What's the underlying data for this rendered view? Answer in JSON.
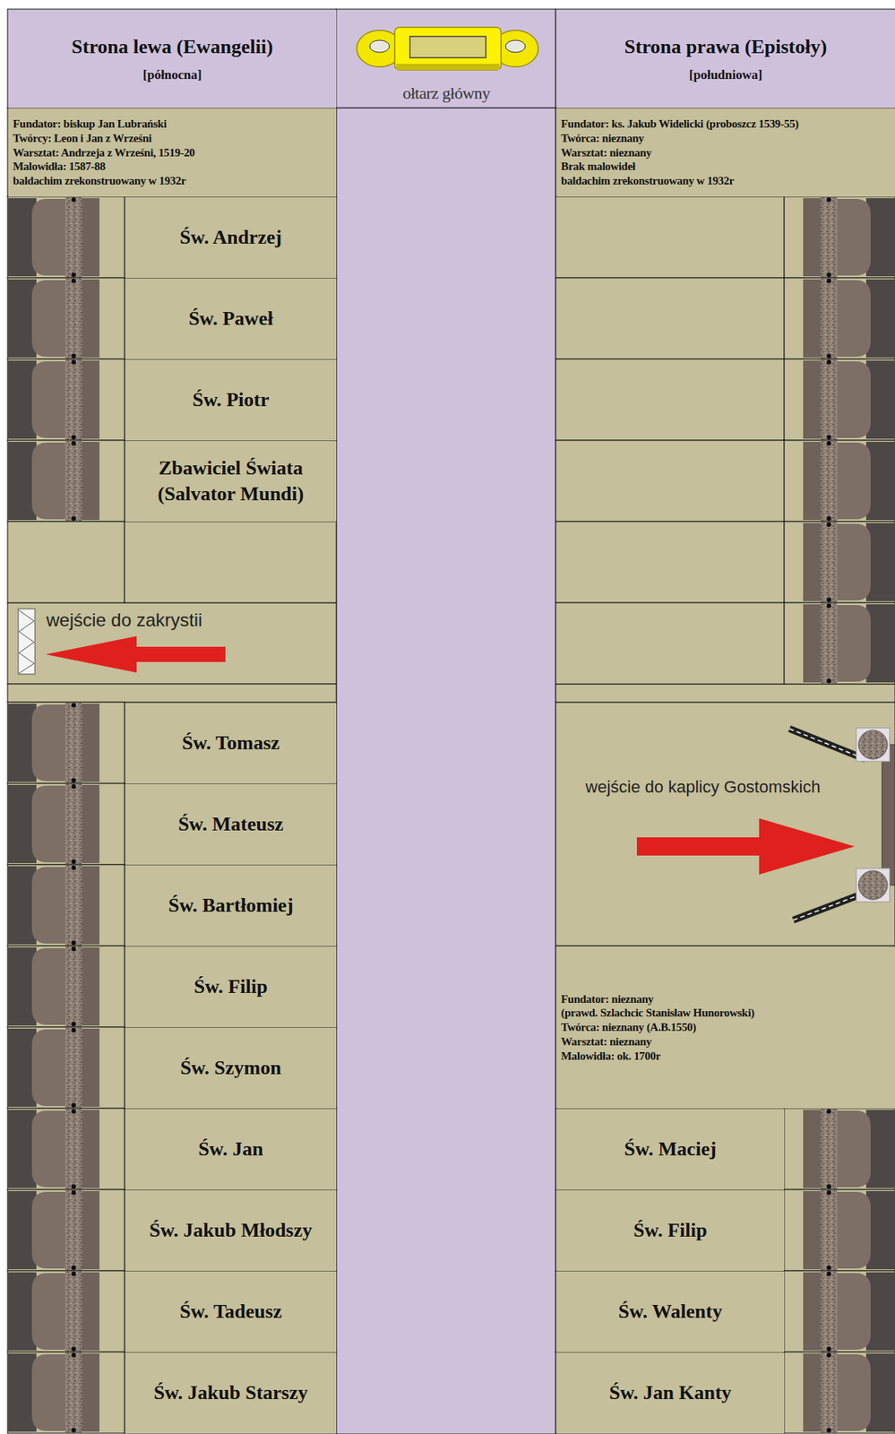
{
  "diagram": {
    "nodes": [
      {
        "text": [
          "Strona lewa (Ewangelii)",
          "[północna]"
        ]
      },
      {
        "text": [
          "ołtarz główny"
        ]
      },
      {
        "text": [
          "Strona prawa (Epistoły)",
          "[południowa]"
        ]
      },
      {
        "text": [
          "Fundator: biskup Jan Lubrański",
          "Twórcy: Leon i Jan z Wrześni",
          "Warsztat: Andrzeja z Wrześni, 1519-20",
          "Malowidła: 1587-88",
          "baldachim zrekonstruowany w 1932r"
        ]
      },
      {
        "text": [
          "Fundator: ks. Jakub Widelicki (proboszcz 1539-55)",
          "Twórca: nieznany",
          "Warsztat: nieznany",
          "Brak malowideł",
          "baldachim zrekonstruowany w 1932r"
        ]
      },
      {
        "text": [
          "Św. Andrzej"
        ]
      },
      {
        "text": [
          "Św. Paweł"
        ]
      },
      {
        "text": [
          "Św. Piotr"
        ]
      },
      {
        "text": [
          "Zbawiciel Świata (Salvator Mundi)"
        ]
      },
      {
        "text": [
          "wejście do zakrystii"
        ]
      },
      {
        "text": [
          "Św. Tomasz"
        ]
      },
      {
        "text": [
          "Św. Mateusz"
        ]
      },
      {
        "text": [
          "Św. Bartłomiej"
        ]
      },
      {
        "text": [
          "Św. Filip"
        ]
      },
      {
        "text": [
          "Św. Szymon"
        ]
      },
      {
        "text": [
          "Św. Jan"
        ]
      },
      {
        "text": [
          "Św. Jakub Młodszy"
        ]
      },
      {
        "text": [
          "Św. Tadeusz"
        ]
      },
      {
        "text": [
          "Św. Jakub Starszy"
        ]
      },
      {
        "text": [
          "wejście do kaplicy Gostomskich"
        ]
      },
      {
        "text": [
          "Fundator: nieznany",
          "(prawd. Szlachcic Stanisław Hunorowski)",
          "Twórca: nieznany (A.B.1550)",
          "Warsztat: nieznany",
          "Malowidła: ok. 1700r"
        ]
      },
      {
        "text": [
          "Św. Maciej"
        ]
      },
      {
        "text": [
          "Św. Filip"
        ]
      },
      {
        "text": [
          "Św. Walenty"
        ]
      },
      {
        "text": [
          "Św. Jan Kanty"
        ]
      }
    ]
  }
}
